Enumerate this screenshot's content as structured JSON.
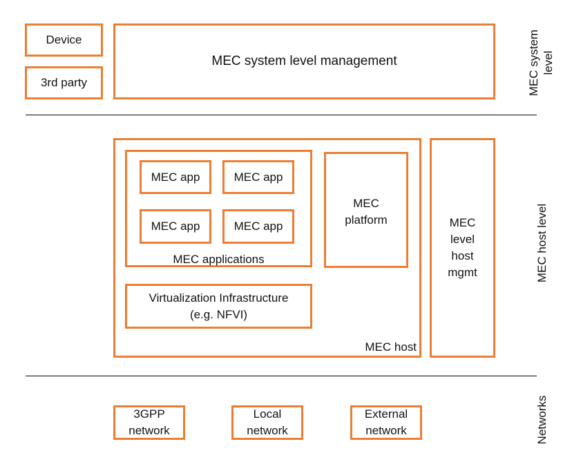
{
  "level_labels": {
    "system": "MEC system\nlevel",
    "host": "MEC host level",
    "networks": "Networks"
  },
  "system_level": {
    "device": "Device",
    "third_party": "3rd party",
    "management": "MEC system level management"
  },
  "host_level": {
    "apps": [
      "MEC app",
      "MEC app",
      "MEC app",
      "MEC app"
    ],
    "applications_label": "MEC applications",
    "platform": "MEC\nplatform",
    "virtualization": "Virtualization Infrastructure\n(e.g. NFVI)",
    "host_label": "MEC host",
    "host_mgmt": "MEC\nlevel\nhost\nmgmt"
  },
  "networks": {
    "items": [
      "3GPP\nnetwork",
      "Local\nnetwork",
      "External\nnetwork"
    ]
  },
  "colors": {
    "box_border": "#ED7D31",
    "separator": "#000000",
    "text": "#111111"
  }
}
